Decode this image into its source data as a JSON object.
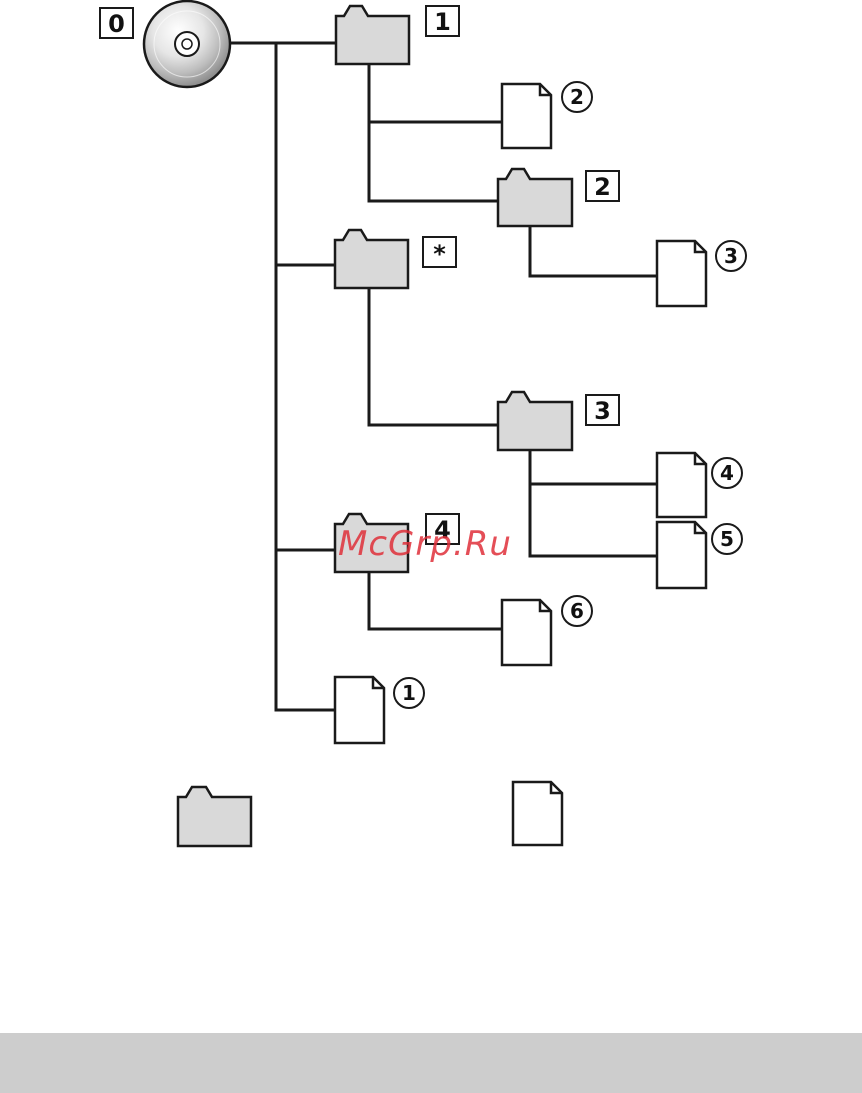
{
  "labels": {
    "root": "0",
    "folder_1": "1",
    "folder_2": "2",
    "folder_star": "*",
    "folder_3": "3",
    "folder_4": "4"
  },
  "files": {
    "file_1": "1",
    "file_2": "2",
    "file_3": "3",
    "file_4": "4",
    "file_5": "5",
    "file_6": "6"
  },
  "watermark": "McGrp.Ru",
  "colors": {
    "folder_fill": "#d9d9d9",
    "line": "#1a1a1a",
    "watermark": "#e0303a",
    "footer": "#cdcdcd"
  }
}
